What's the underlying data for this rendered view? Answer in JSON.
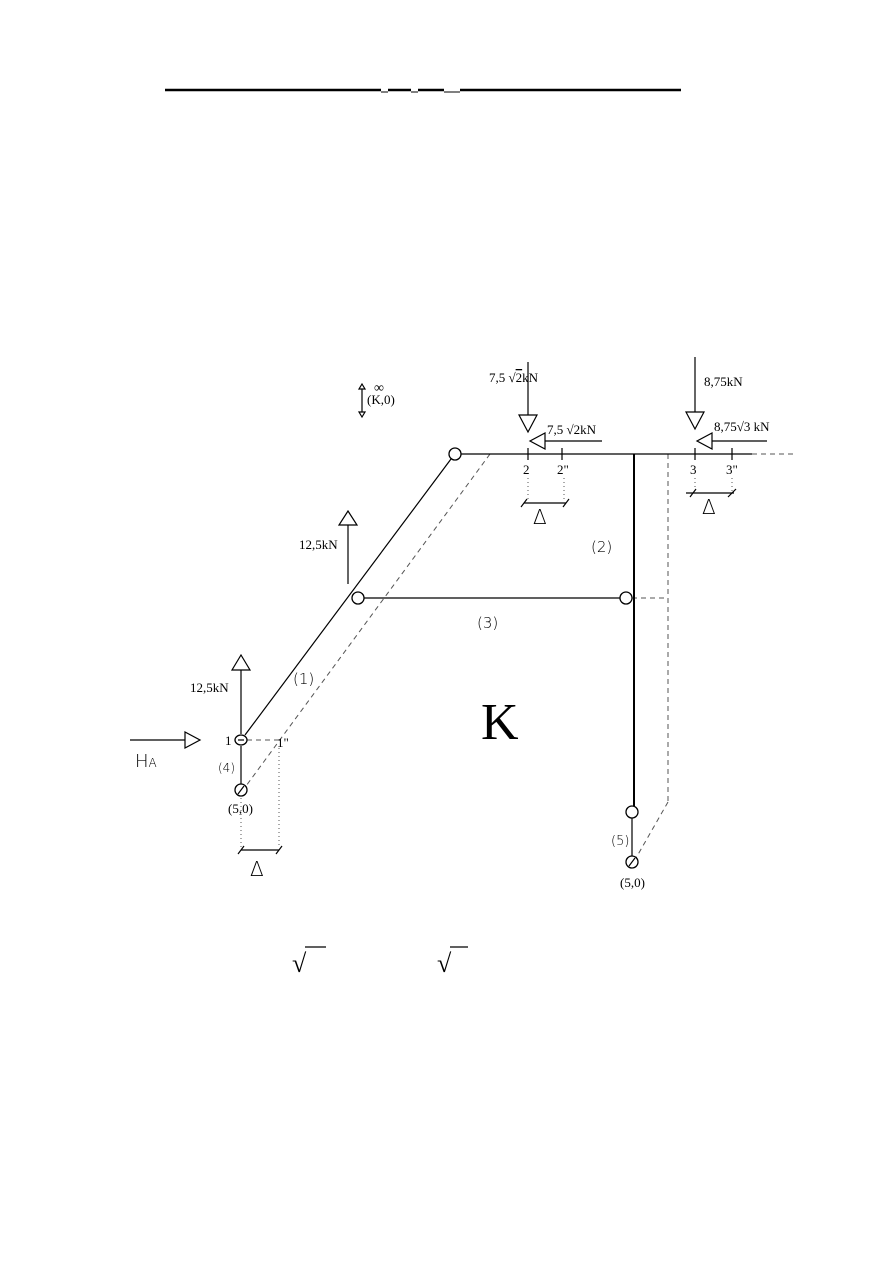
{
  "diagram": {
    "loads": {
      "vertical_left_top": {
        "value": "7,5",
        "root": "2",
        "unit": "kN"
      },
      "horizontal_left_top": {
        "value": "7,5",
        "root": "2",
        "unit": "kN"
      },
      "vertical_right_top": "8,75kN",
      "horizontal_right_top": {
        "value": "8,75",
        "root": "3",
        "unit": "kN"
      },
      "upper_vertical": "12,5kN",
      "lower_vertical": "12,5kN",
      "horizontal_support": "H",
      "horizontal_support_sub": "A"
    },
    "points": {
      "p1": "1",
      "p1_displaced": "1\"",
      "p2": "2",
      "p2_displaced": "2\"",
      "p3": "3",
      "p3_displaced": "3\"",
      "pole_inf": "∞",
      "pole_k0": "(K,0)",
      "pole_50_left": "(5,0)",
      "pole_50_right": "(5,0)"
    },
    "members": [
      "(1)",
      "(2)",
      "(3)",
      "(4)",
      "(5)"
    ],
    "delta": "Δ",
    "big_label": "K",
    "sqrt": "√"
  }
}
